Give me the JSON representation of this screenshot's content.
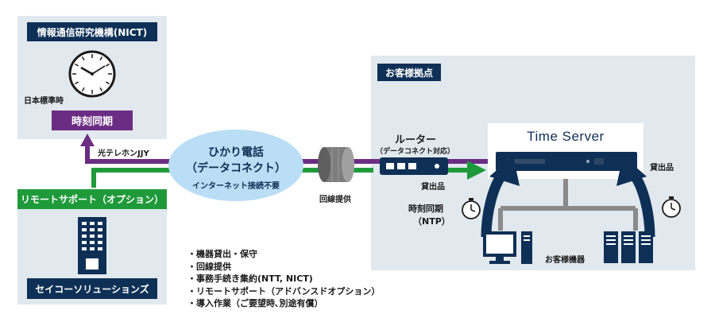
{
  "nict": {
    "title": "情報通信研究機構(NICT)",
    "jst_label": "日本標準時",
    "sync_tag": "時刻同期"
  },
  "links": {
    "jjy_label": "光テレホンJJY",
    "remote_support_tag": "リモートサポート（オプション）"
  },
  "seiko": {
    "title": "セイコーソリューションズ"
  },
  "cloud": {
    "line1": "ひかり電話",
    "line2": "（データコネクト）",
    "line3": "インターネット接続不要"
  },
  "line_provision": "回線提供",
  "customer": {
    "title": "お客様拠点",
    "router_title": "ルーター",
    "router_sub": "（データコネクト対応）",
    "rental_router": "貸出品",
    "time_server": "Time Server",
    "rental_server": "貸出品",
    "ntp_line1": "時刻同期",
    "ntp_line2": "（NTP）",
    "devices": "お客様機器"
  },
  "services": [
    "機器貸出・保守",
    "回線提供",
    "事務手続き集約(NTT, NICT)",
    "リモートサポート（アドバンスドオプション）",
    "導入作業（ご要望時､別途有償）"
  ],
  "colors": {
    "navy": "#0f3056",
    "purple": "#6b2c83",
    "green": "#1f9a3a",
    "panel": "#e1e8ee",
    "cloud": "#b9def5"
  }
}
